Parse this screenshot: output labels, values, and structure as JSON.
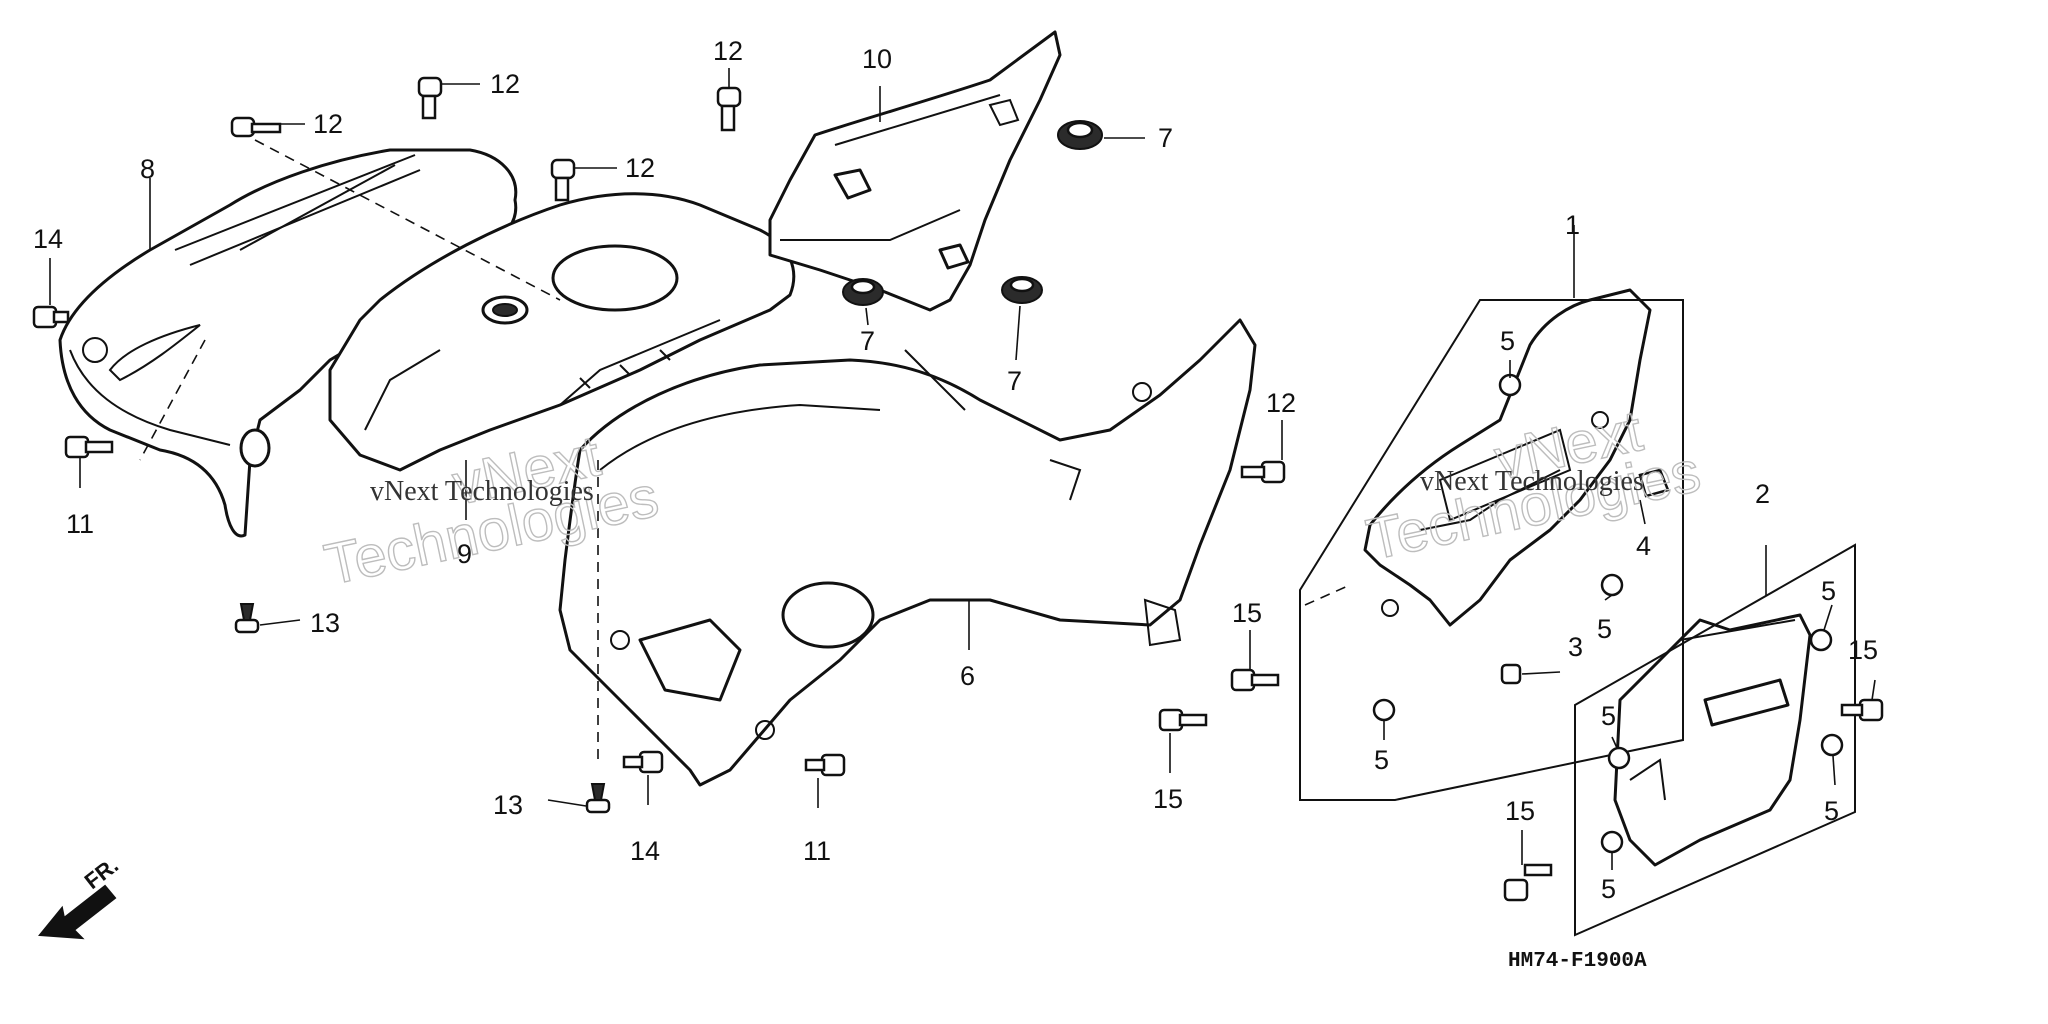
{
  "diagram": {
    "drawing_code": "HM74-F1900A",
    "direction_label": "FR.",
    "watermark": {
      "company": "vNext Technologies",
      "brand_top": "vNext",
      "brand_bottom": "Technologies"
    },
    "callouts": {
      "part_1": "1",
      "part_2": "2",
      "part_3": "3",
      "part_4": "4",
      "part_5": "5",
      "part_6": "6",
      "part_7": "7",
      "part_8": "8",
      "part_9": "9",
      "part_10": "10",
      "part_11": "11",
      "part_12": "12",
      "part_13": "13",
      "part_14": "14",
      "part_15": "15"
    }
  }
}
